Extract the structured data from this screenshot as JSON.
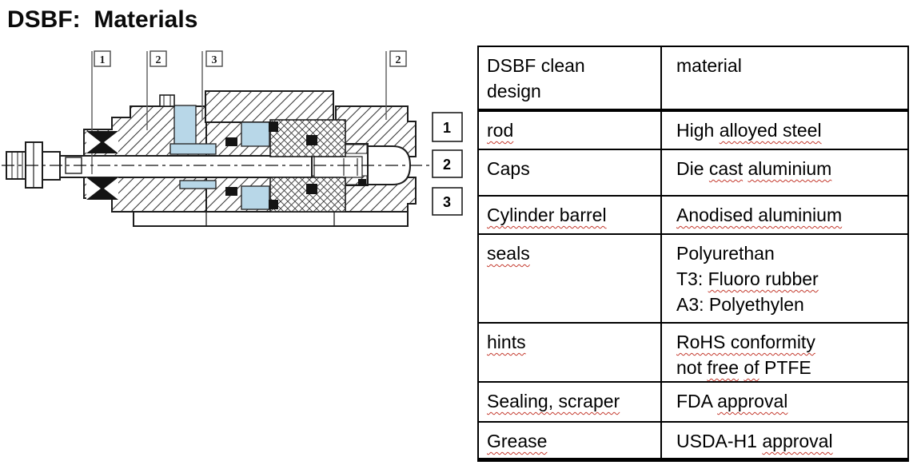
{
  "title": "DSBF:  Materials",
  "diagram": {
    "description": "cross-section of DSBF clean design pneumatic cylinder",
    "highlight_color": "#b8d7e8",
    "seal_color": "#141414",
    "callouts_top": [
      {
        "n": "1"
      },
      {
        "n": "2"
      },
      {
        "n": "3"
      },
      {
        "n": "2"
      }
    ],
    "side_boxes": [
      {
        "n": "1"
      },
      {
        "n": "2"
      },
      {
        "n": "3"
      }
    ]
  },
  "table": {
    "header": {
      "design": [
        [
          {
            "t": "DSBF clean"
          }
        ],
        [
          {
            "t": "design"
          }
        ]
      ],
      "material": [
        [
          {
            "t": "material"
          }
        ]
      ]
    },
    "rows": [
      {
        "design": [
          [
            {
              "t": "rod",
              "sq": true
            }
          ]
        ],
        "material": [
          [
            {
              "t": "High "
            },
            {
              "t": "alloyed steel",
              "sq": true
            }
          ]
        ]
      },
      {
        "design": [
          [
            {
              "t": "Caps"
            }
          ]
        ],
        "material": [
          [
            {
              "t": "Die "
            },
            {
              "t": "cast",
              "sq": true
            },
            {
              "t": " "
            },
            {
              "t": "aluminium",
              "sq": true
            }
          ]
        ]
      },
      {
        "design": [
          [
            {
              "t": "Cylinder barrel",
              "sq": true
            }
          ]
        ],
        "material": [
          [
            {
              "t": "Anodised aluminium",
              "sq": true
            }
          ]
        ]
      },
      {
        "design": [
          [
            {
              "t": "seals",
              "sq": true
            }
          ]
        ],
        "material": [
          [
            {
              "t": "Polyurethan"
            }
          ],
          [
            {
              "t": "T3: "
            },
            {
              "t": "Fluoro rubber",
              "sq": true
            }
          ],
          [
            {
              "t": "A3: Polyethylen"
            }
          ]
        ]
      },
      {
        "design": [
          [
            {
              "t": "hints",
              "sq": true
            }
          ]
        ],
        "material": [
          [
            {
              "t": "RoHS conformity",
              "sq": true
            }
          ],
          [
            {
              "t": "not "
            },
            {
              "t": "free",
              "sq": true
            },
            {
              "t": " "
            },
            {
              "t": "of",
              "sq": true
            },
            {
              "t": " PTFE"
            }
          ]
        ]
      },
      {
        "design": [
          [
            {
              "t": "Sealing, scraper",
              "sq": true
            }
          ]
        ],
        "material": [
          [
            {
              "t": "FDA "
            },
            {
              "t": "approval",
              "sq": true
            }
          ]
        ]
      },
      {
        "design": [
          [
            {
              "t": "Grease",
              "sq": true
            }
          ]
        ],
        "material": [
          [
            {
              "t": "USDA-H1 "
            },
            {
              "t": "approval",
              "sq": true
            }
          ]
        ]
      }
    ]
  }
}
